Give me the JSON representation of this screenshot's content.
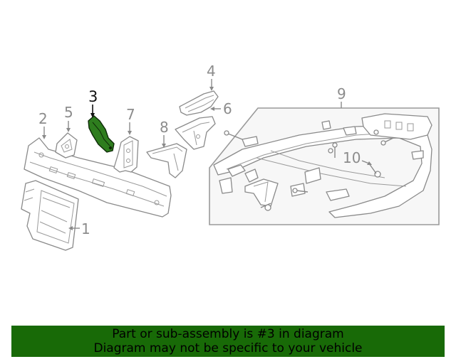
{
  "callouts": [
    {
      "id": "1",
      "label": "1"
    },
    {
      "id": "2",
      "label": "2"
    },
    {
      "id": "3",
      "label": "3",
      "highlighted": true
    },
    {
      "id": "4",
      "label": "4"
    },
    {
      "id": "5",
      "label": "5"
    },
    {
      "id": "6",
      "label": "6"
    },
    {
      "id": "7",
      "label": "7"
    },
    {
      "id": "8",
      "label": "8"
    },
    {
      "id": "9",
      "label": "9"
    },
    {
      "id": "10",
      "label": "10"
    }
  ],
  "banner": {
    "line1": "Part or sub-assembly is #3 in diagram",
    "line2": "Diagram may not be specific to your vehicle"
  },
  "colors": {
    "highlight_part": "#2e7d1e",
    "banner_background": "#186a07",
    "line_art": "#8a8a8a"
  }
}
